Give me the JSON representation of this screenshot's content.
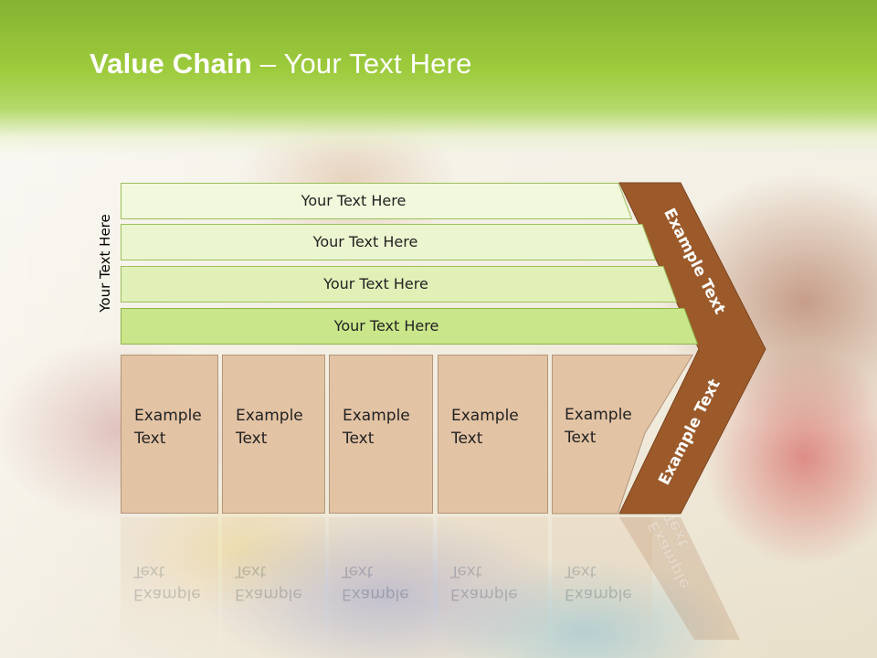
{
  "slide": {
    "title_bold": "Value Chain",
    "title_rest": " – Your Text Here",
    "vertical_label": "Your Text Here"
  },
  "bars": [
    {
      "label": "Your Text Here",
      "fill": "#f1f8dc",
      "stroke": "#9cbf5a"
    },
    {
      "label": "Your Text Here",
      "fill": "#ebf5cf",
      "stroke": "#9cbf5a"
    },
    {
      "label": "Your Text Here",
      "fill": "#e1f0b7",
      "stroke": "#9cbf5a"
    },
    {
      "label": "Your Text Here",
      "fill": "#c9e68a",
      "stroke": "#8fb44a"
    }
  ],
  "boxes": [
    {
      "line1": "Example",
      "line2": "Text"
    },
    {
      "line1": "Example",
      "line2": "Text"
    },
    {
      "line1": "Example",
      "line2": "Text"
    },
    {
      "line1": "Example",
      "line2": "Text"
    },
    {
      "line1": "Example",
      "line2": "Text"
    }
  ],
  "chevron": {
    "top_label": "Example Text",
    "bottom_label": "Example Text",
    "color": "#9c5a2a"
  },
  "colors": {
    "header_green": "#9dcb3c",
    "box_fill": "#e2c3a4"
  }
}
